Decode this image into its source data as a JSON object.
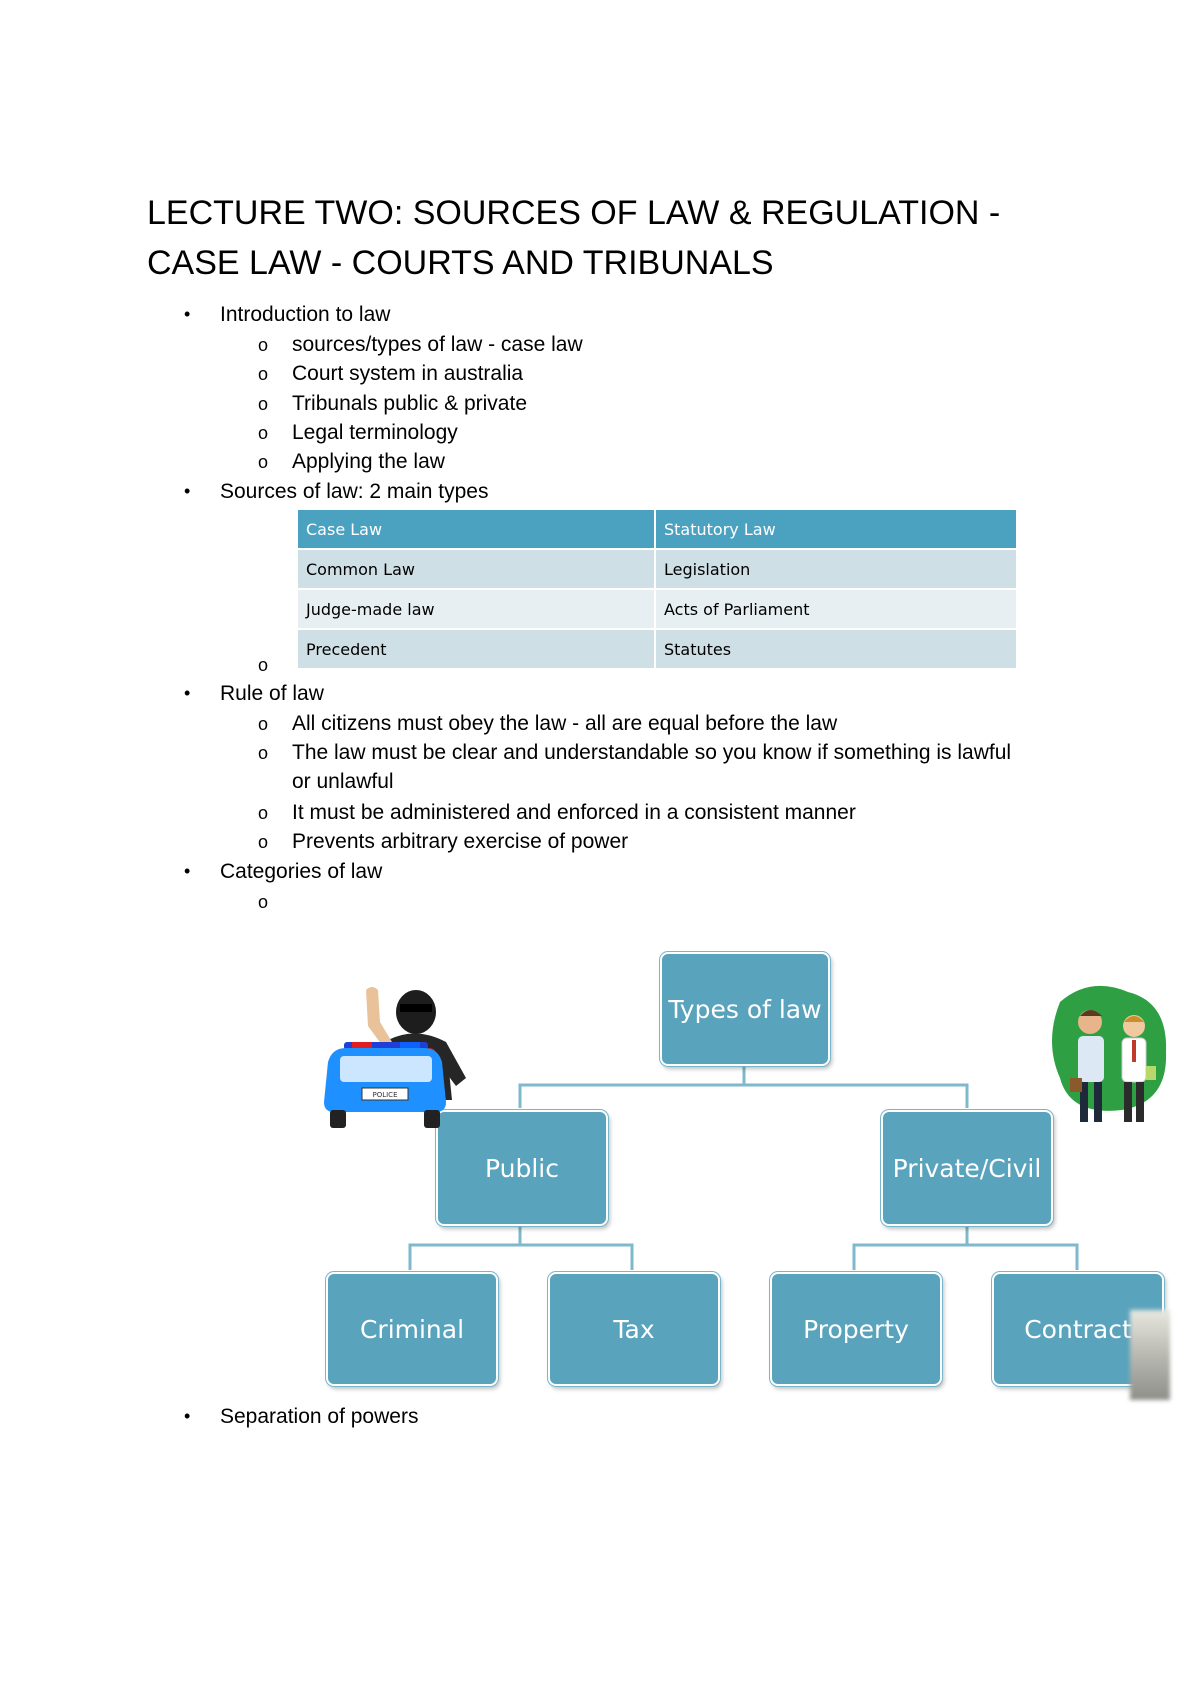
{
  "title": "LECTURE TWO: SOURCES OF LAW & REGULATION - CASE LAW - COURTS AND TRIBUNALS",
  "bullet_mark": "•",
  "sub_mark": "o",
  "intro": {
    "heading": "Introduction to law",
    "items": [
      "sources/types of law - case law",
      "Court system in australia",
      "Tribunals public & private",
      "Legal terminology",
      "Applying the law"
    ]
  },
  "sources": {
    "heading": "Sources of law: 2 main types",
    "table": {
      "headers": [
        "Case Law",
        "Statutory Law"
      ],
      "rows": [
        [
          "Common Law",
          "Legislation"
        ],
        [
          "Judge-made law",
          "Acts of Parliament"
        ],
        [
          "Precedent",
          "Statutes"
        ]
      ]
    }
  },
  "rule_of_law": {
    "heading": "Rule of law",
    "items": [
      "All citizens must obey the law - all are equal before the law",
      "The law must be clear and understandable so you know if something is lawful",
      "or unlawful",
      "It must be administered and enforced in a consistent manner",
      "Prevents arbitrary exercise of power"
    ]
  },
  "categories": {
    "heading": "Categories of law",
    "diagram": {
      "root": "Types of law",
      "public": "Public",
      "private": "Private/Civil",
      "criminal": "Criminal",
      "tax": "Tax",
      "property": "Property",
      "contract": "Contract",
      "police_plate": "POLICE"
    }
  },
  "separation": {
    "heading": "Separation of powers"
  },
  "colors": {
    "node_fill": "#5aa3bd",
    "table_header": "#4aa2c0",
    "table_row_a": "#cfdfe6",
    "table_row_b": "#e8eff2"
  }
}
